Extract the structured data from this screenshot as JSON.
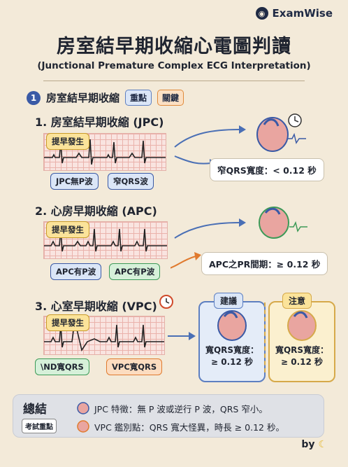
{
  "brand": {
    "name": "ExamWise",
    "logo_icon": "owl-logo-icon"
  },
  "title": "房室結早期收縮心電圖判讀",
  "subtitle": "(Junctional Premature Complex ECG Interpretation)",
  "section": {
    "number": "1",
    "label": "房室結早期收縮",
    "tag_important": "重點",
    "tag_key": "關鍵"
  },
  "rows": [
    {
      "title": "1. 房室結早期收縮 (JPC)",
      "early_label": "提早發生",
      "label_a": "JPC無P波",
      "label_b": "窄QRS波",
      "result": "窄QRS寬度：< 0.12 秒"
    },
    {
      "title": "2. 心房早期收縮 (APC)",
      "early_label": "提早發生",
      "label_a": "APC有P波",
      "label_b": "APC有P波",
      "result": "APC之PR間期：≥ 0.12 秒"
    },
    {
      "title": "3. 心室早期收縮 (VPC)",
      "early_label": "提早發生",
      "label_a": "\\ND寬QRS",
      "label_b": "VPC寬QRS"
    }
  ],
  "cards": [
    {
      "tag": "建議",
      "text": "寬QRS寬度：≥ 0.12 秒",
      "color": "#5d7fc1"
    },
    {
      "tag": "注意",
      "text": "寬QRS寬度：≥ 0.12 秒",
      "color": "#d6a94a"
    }
  ],
  "summary": {
    "title": "總結",
    "tag": "考試重點",
    "line1": "JPC 特徵：無 P 波或逆行 P 波，QRS 窄小。",
    "line2": "VPC 鑑別點：QRS 寬大怪異，時長 ≥ 0.12 秒。"
  },
  "footer": "by"
}
